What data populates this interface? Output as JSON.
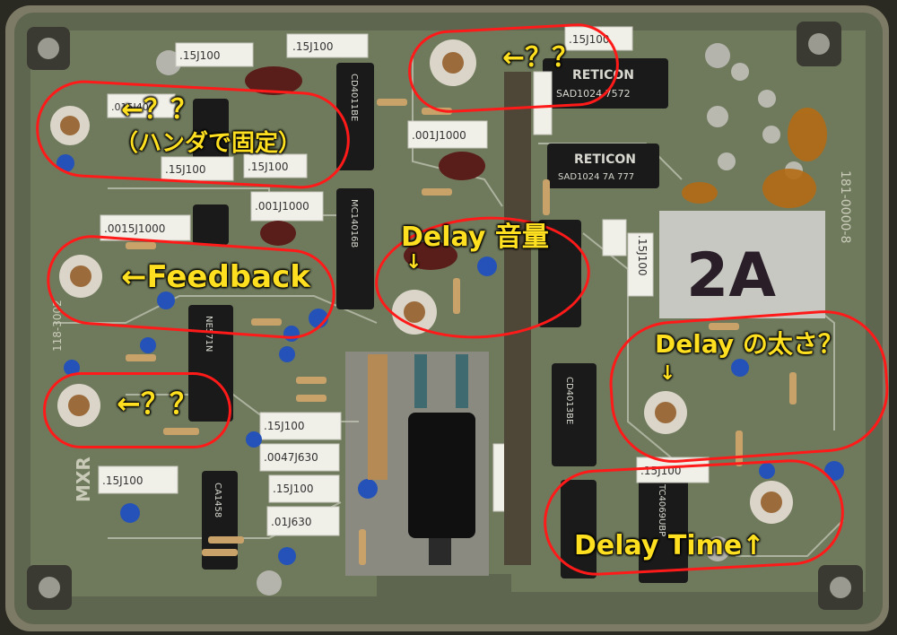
{
  "annotations": {
    "top_left_unknown": "←？？",
    "top_left_solder_note": "（ハンダで固定）",
    "top_center_unknown": "←？？",
    "feedback": "←Feedback",
    "delay_volume": "Delay 音量",
    "delay_volume_arrow": "↓",
    "left_bottom_unknown": "←？？",
    "delay_thickness": "Delay の太さ？",
    "delay_thickness_arrow": "↓",
    "delay_time": "Delay Time↑"
  },
  "board": {
    "side_code": "118-3002",
    "brand": "MXR",
    "right_edge_code": "181-0000-8",
    "marker_label": "2A"
  },
  "chips": {
    "reticon_1": "RETICON",
    "reticon_1_part": "SAD1024 7572",
    "reticon_2": "RETICON",
    "reticon_2_part": "SAD1024 7A 777",
    "cd4011": "CD4011BE",
    "cd4013": "CD4013BE",
    "mc14016": "MC14016B",
    "ne571": "NE571N",
    "ca1458": "CA1458",
    "tc4069": "TC4069UBP"
  },
  "caps": {
    "c1": ".15J100",
    "c2": ".15J100",
    "c3": ".15J100",
    "c4": ".015J400",
    "c5": ".001J1000",
    "c6": ".001J1000",
    "c7": ".15J100",
    "c8": ".15J100",
    "c9": ".0015J1000",
    "c10": ".15J100",
    "c11": ".15J100",
    "c12": ".0047J630",
    "c13": ".15J100",
    "c14": ".01J630",
    "c15": ".15J100",
    "c16": ".15J100"
  },
  "colors": {
    "pcb": "#6f7a5c",
    "annotation_text": "#ffe020",
    "annotation_outline": "#ff1a1a"
  }
}
